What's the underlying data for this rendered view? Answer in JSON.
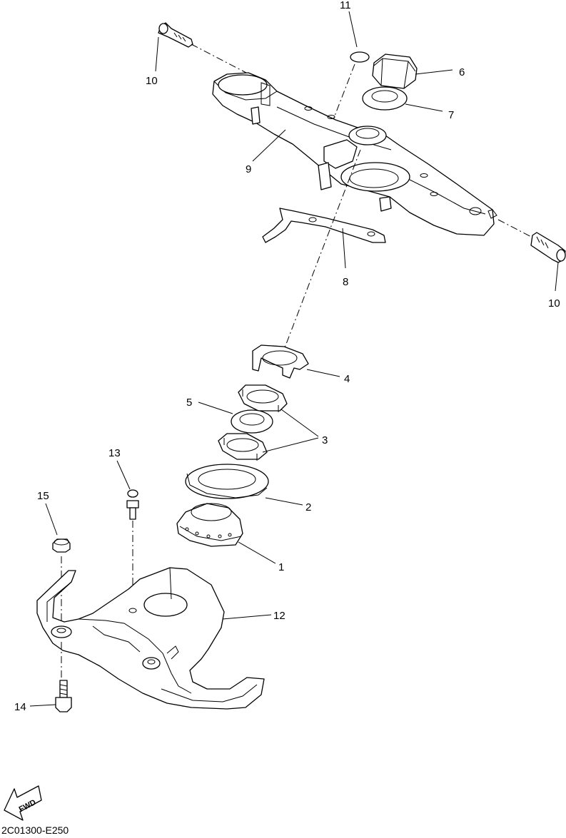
{
  "diagram_code": "2C01300-E250",
  "fwd_label": "FWD",
  "callouts": {
    "c1": "1",
    "c2": "2",
    "c3": "3",
    "c4": "4",
    "c5": "5",
    "c6": "6",
    "c7": "7",
    "c8": "8",
    "c9": "9",
    "c10a": "10",
    "c10b": "10",
    "c11": "11",
    "c12": "12",
    "c13": "13",
    "c14": "14",
    "c15": "15"
  }
}
